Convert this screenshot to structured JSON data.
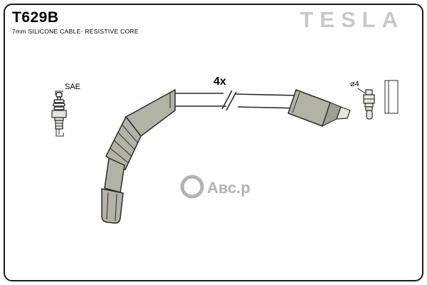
{
  "header": {
    "part_number": "T629B",
    "subtitle": "7mm SILICONE CABLE- RESISTIVE CORE",
    "brand": "TESLA"
  },
  "diagram": {
    "quantity_label": "4x",
    "sae_label": "SAE",
    "diameter_label": "⌀4",
    "watermark": "Авс.р"
  },
  "colors": {
    "border": "#1a1a1a",
    "brand": "#c8c8c8",
    "boot_fill": "#b2b2a6",
    "line": "#2b2b2b",
    "watermark": "#b3b3b3"
  }
}
